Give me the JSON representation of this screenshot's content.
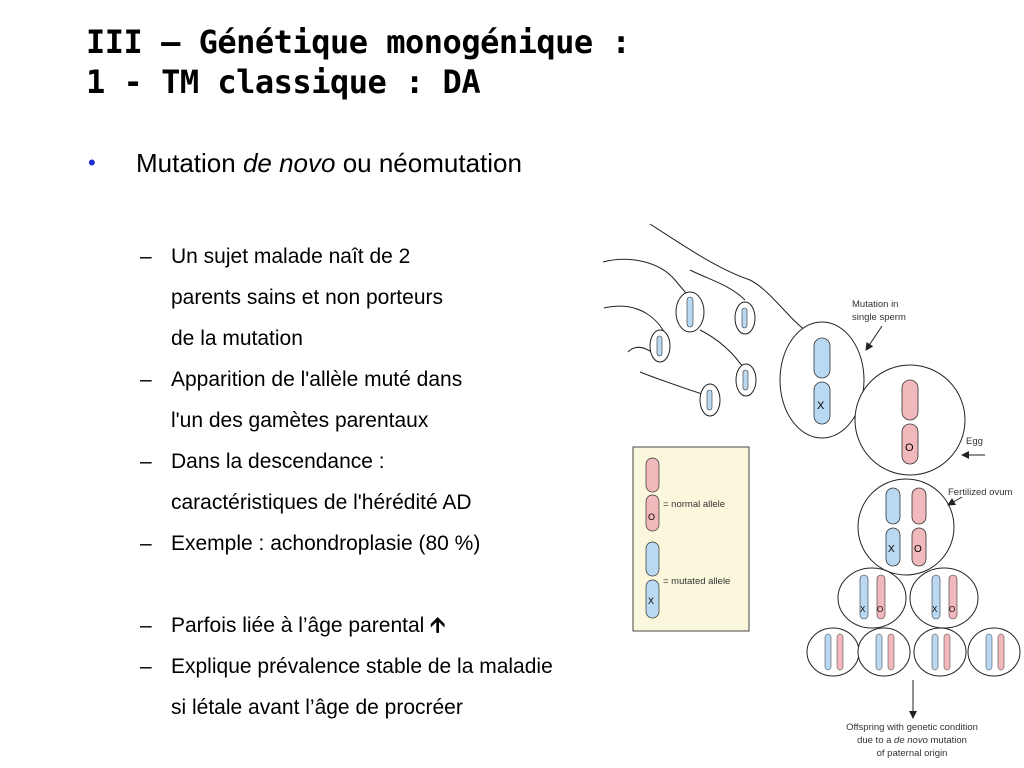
{
  "slide": {
    "title_line1": "III – Génétique monogénique :",
    "title_line2": "1 - TM classique : DA",
    "bullet": {
      "prefix": "Mutation ",
      "italic": "de novo",
      "suffix": " ou néomutation"
    },
    "subpoints": [
      {
        "dash": "–",
        "text": "Un sujet malade naît de 2"
      },
      {
        "dash": "",
        "text": "parents sains et non porteurs"
      },
      {
        "dash": "",
        "text": "de la mutation"
      },
      {
        "dash": "–",
        "text": "Apparition de l'allèle muté dans"
      },
      {
        "dash": "",
        "text": "l'un des gamètes parentaux"
      },
      {
        "dash": "–",
        "text": "Dans la descendance :"
      },
      {
        "dash": "",
        "text": "caractéristiques de l'hérédité AD"
      },
      {
        "dash": "–",
        "text": "Exemple : achondroplasie (80 %)"
      },
      {
        "dash": "–",
        "text": "Parfois liée à l’âge parental",
        "arrow": "🡩"
      },
      {
        "dash": "–",
        "text": "Explique prévalence stable de la maladie"
      },
      {
        "dash": "",
        "text": "si létale avant l’âge de procréer"
      }
    ]
  },
  "figure": {
    "label_mutation_line1": "Mutation in",
    "label_mutation_line2": "single sperm",
    "label_egg": "Egg",
    "label_fertilized": "Fertilized ovum",
    "legend_normal": "= normal allele",
    "legend_mutated": "= mutated allele",
    "allele_normal": "O",
    "allele_mutated": "X",
    "caption_line1": "Offspring with genetic condition",
    "caption_line2_prefix": "due to a ",
    "caption_line2_italic": "de novo",
    "caption_line2_suffix": " mutation",
    "caption_line3": "of paternal origin",
    "colors": {
      "normal_chrom": "#f2b9bd",
      "mutated_chrom": "#b9d8f2",
      "legend_bg": "#fbf7dc"
    }
  }
}
